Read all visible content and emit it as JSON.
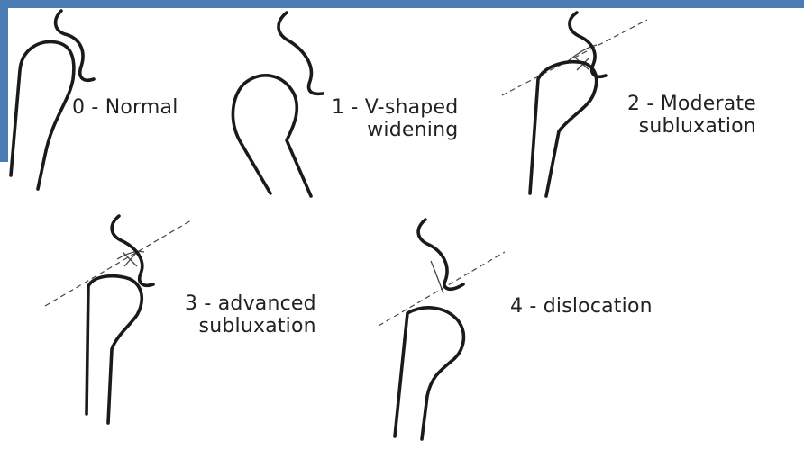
{
  "stages": [
    {
      "id": "0",
      "line1": "0 - Normal",
      "line2": ""
    },
    {
      "id": "1",
      "line1": "1 - V-shaped",
      "line2": "widening"
    },
    {
      "id": "2",
      "line1": "2 - Moderate",
      "line2": "subluxation"
    },
    {
      "id": "3",
      "line1": "3 - advanced",
      "line2": "subluxation"
    },
    {
      "id": "4",
      "line1": "4 - dislocation",
      "line2": ""
    }
  ],
  "colors": {
    "frame": "#4a7cb5",
    "ink": "#1a1a1a"
  }
}
